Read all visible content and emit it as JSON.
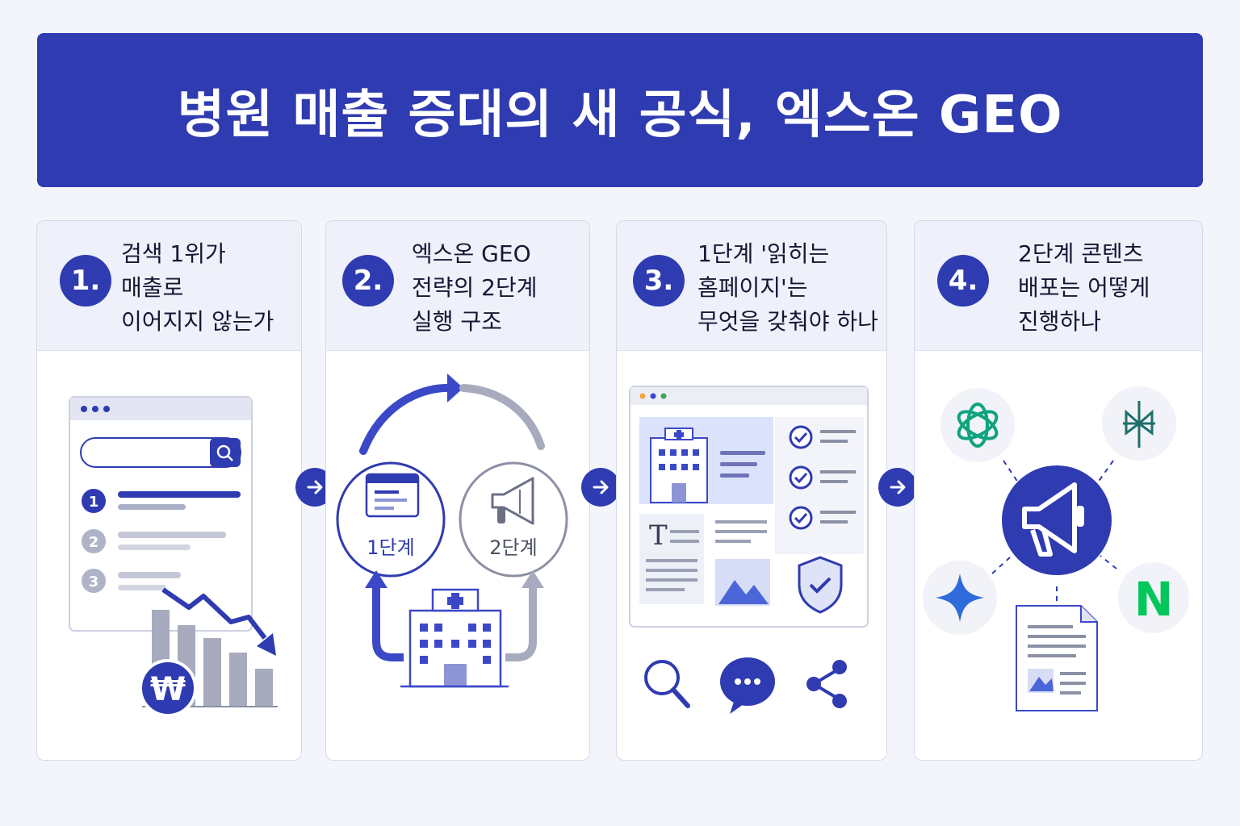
{
  "banner": {
    "title": "병원 매출 증대의 새 공식, 엑스온 GEO"
  },
  "cards": [
    {
      "number": "1.",
      "lines": [
        "검색 1위가",
        "매출로",
        "이어지지 않는가"
      ],
      "ranks": [
        "1",
        "2",
        "3"
      ],
      "currency": "₩"
    },
    {
      "number": "2.",
      "lines": [
        "엑스온 GEO",
        "전략의 2단계",
        "실행 구조"
      ],
      "stage1": "1단계",
      "stage2": "2단계"
    },
    {
      "number": "3.",
      "lines": [
        "1단계 '읽히는",
        "홈페이지'는",
        "무엇을 갖춰야 하나"
      ],
      "text_glyph": "T"
    },
    {
      "number": "4.",
      "lines": [
        "2단계 콘텐츠",
        "배포는 어떻게",
        "진행하나"
      ],
      "naver_letter": "N"
    }
  ],
  "colors": {
    "primary": "#2f3bb0",
    "gray": "#9aa0b4",
    "openai": "#10a37f",
    "naver": "#03c75a",
    "gemini": "#2f6bdb",
    "perplexity": "#1f6f6b"
  },
  "icons": [
    "search-icon",
    "chart-down-icon",
    "won-icon",
    "browser-icon",
    "megaphone-icon",
    "hospital-icon",
    "checklist-icon",
    "shield-check-icon",
    "chat-icon",
    "share-icon",
    "openai-icon",
    "perplexity-icon",
    "gemini-icon",
    "naver-icon",
    "document-icon"
  ]
}
